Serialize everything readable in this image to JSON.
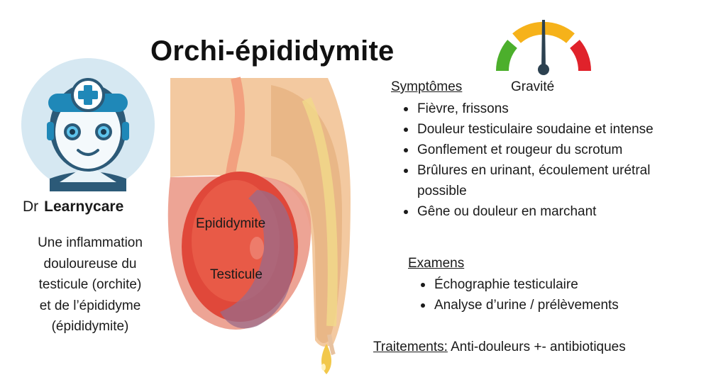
{
  "title": "Orchi-épididymite",
  "doctor": {
    "prefix": "Dr",
    "name": "Learnycare"
  },
  "definition": [
    "Une inflammation",
    "douloureuse du",
    "testicule (orchite)",
    "et de l’épididyme",
    "(épididymite)"
  ],
  "labels": {
    "epididymis": "Epididymite",
    "testicle": "Testicule"
  },
  "severity": {
    "label": "Gravité"
  },
  "symptoms": {
    "title": "Symptômes",
    "items": [
      "Fièvre, frissons",
      "Douleur testiculaire soudaine et intense",
      "Gonflement et rougeur du scrotum",
      "Brûlures en urinant, écoulement urétral possible",
      "Gêne ou douleur en marchant"
    ]
  },
  "exams": {
    "title": "Examens",
    "items": [
      "Échographie testiculaire",
      "Analyse d’urine / prélèvements"
    ]
  },
  "treatments": {
    "label": "Traitements:",
    "text": "Anti-douleurs +- antibiotiques"
  },
  "colors": {
    "gauge_green": "#4caf2c",
    "gauge_yellow": "#f6b21a",
    "gauge_red": "#e0222b",
    "skin": "#f3c9a0",
    "inflamed": "#e0483a",
    "avatar_bg": "#d6e8f2",
    "avatar_accent": "#1f88b8"
  }
}
